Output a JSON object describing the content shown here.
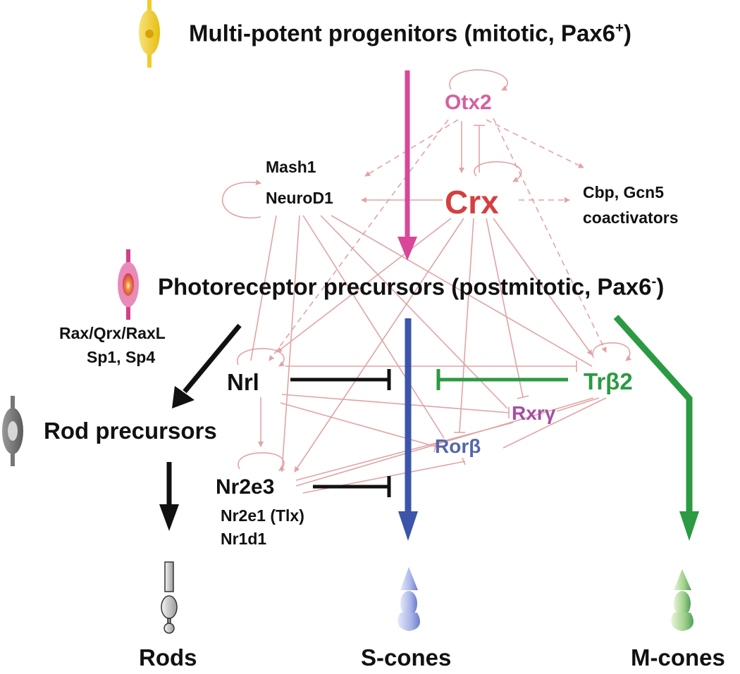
{
  "diagram": {
    "title_progenitor": "Multi-potent progenitors (mitotic, Pax6",
    "title_progenitor_sup": "+",
    "title_progenitor_end": ")",
    "title_precursor": "Photoreceptor precursors (postmitotic, Pax6",
    "title_precursor_sup": "-",
    "title_precursor_end": ")",
    "otx2": "Otx2",
    "crx": "Crx",
    "mash1": "Mash1",
    "neurod1": "NeuroD1",
    "cbp_line1": "Cbp, Gcn5",
    "cbp_line2": "coactivators",
    "rax_line1": "Rax/Qrx/RaxL",
    "rax_line2": "Sp1, Sp4",
    "nrl": "Nrl",
    "trb2": "Trβ2",
    "rxrg": "Rxrγ",
    "rorb": "Rorβ",
    "rod_precursors": "Rod precursors",
    "nr2e3": "Nr2e3",
    "nr2e1": "Nr2e1 (Tlx)",
    "nr1d1": "Nr1d1",
    "rods": "Rods",
    "s_cones": "S-cones",
    "m_cones": "M-cones"
  },
  "colors": {
    "network_pink": "#e2a3a3",
    "otx2_pink": "#d460a0",
    "crx_red": "#d53f3f",
    "trb2_green": "#2c9a42",
    "s_cone_blue": "#3b55a8",
    "rxrg_purple": "#a74fa0",
    "rorb_blue": "#5566aa",
    "progenitor_yellow": "#f0cc2a",
    "precursor_magenta": "#d0408a"
  }
}
